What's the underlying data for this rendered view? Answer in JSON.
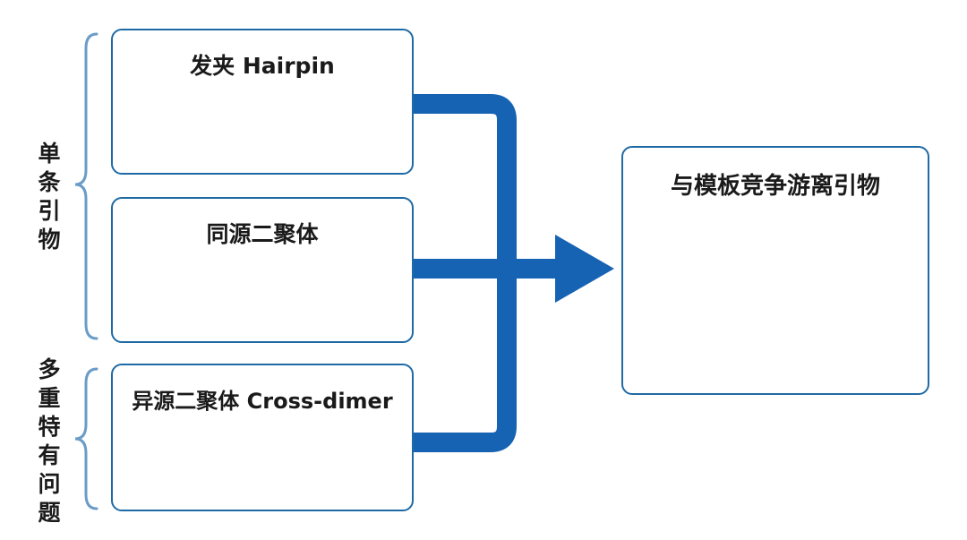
{
  "colors": {
    "blue": "#2b78b8",
    "green": "#7dbb42",
    "orange": "#ee8a2f",
    "border": "#1f6aa5",
    "arrow": "#1763b3",
    "bracket": "#6a9cc8"
  },
  "side_labels": {
    "single_primer": [
      "单",
      "条",
      "引",
      "物"
    ],
    "multiplex_issue": [
      "多",
      "重",
      "特",
      "有",
      "问",
      "题"
    ]
  },
  "panels": {
    "hairpin": {
      "title": "发夹 Hairpin",
      "icon": "hairpin-structure-icon"
    },
    "self_dimer": {
      "title": "同源二聚体",
      "icon": "self-dimer-structure-icon"
    },
    "cross_dimer": {
      "title": "异源二聚体 Cross-dimer",
      "icon": "cross-dimer-structure-icon"
    },
    "result": {
      "title": "与模板竞争游离引物",
      "icon": "free-primers-icon"
    }
  }
}
